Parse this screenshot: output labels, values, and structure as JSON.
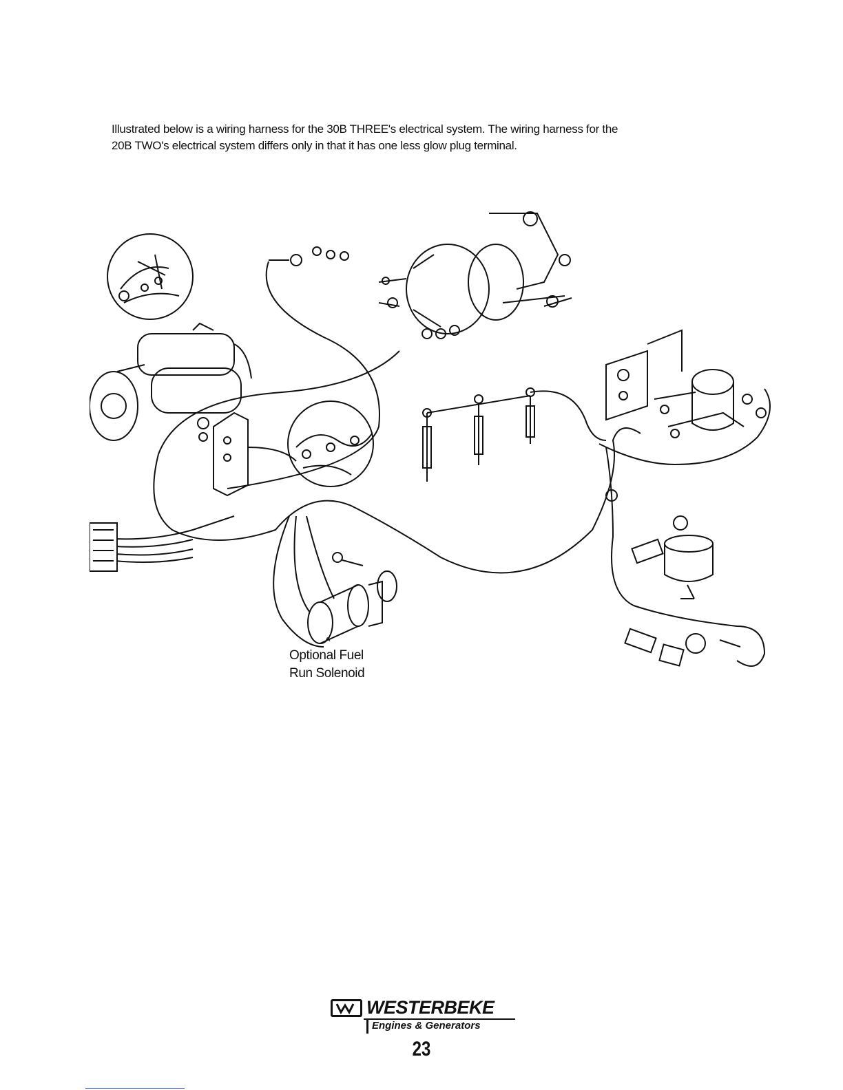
{
  "intro": {
    "line1": "Illustrated below is a wiring harness for the 30B THREE's electrical system.  The wiring harness for the",
    "line2": "20B TWO's electrical system differs only in that it has one less glow plug terminal."
  },
  "callout": {
    "caret": "^",
    "line1": "Optional Fuel",
    "line2": "Run Solenoid"
  },
  "logo": {
    "word": "WESTERBEKE",
    "sub": "Engines & Generators"
  },
  "page_number": "23"
}
